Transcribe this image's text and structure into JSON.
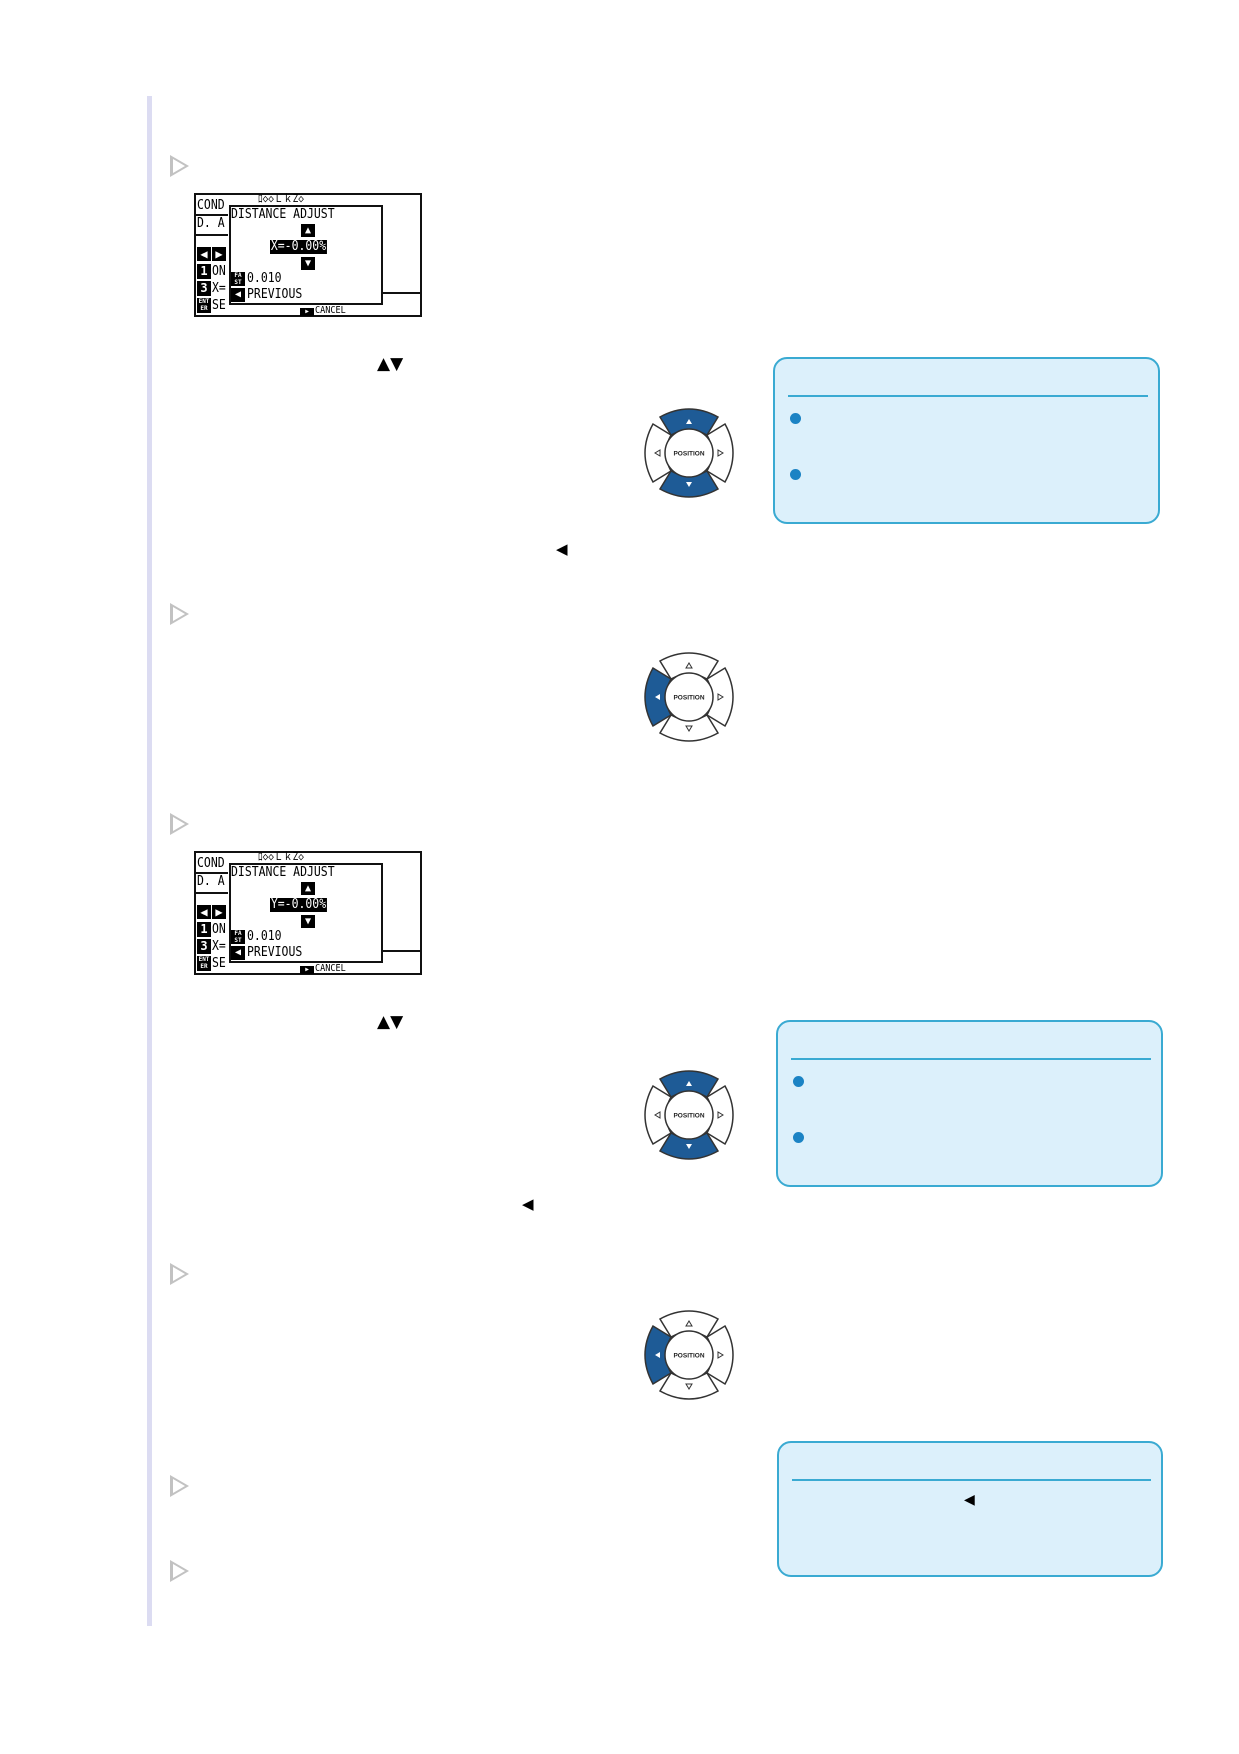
{
  "lcd_screens": [
    {
      "tab_glyphs": "ﾛ◇◇ＬｋZ◇",
      "left_label_top": "COND",
      "left_label_2": "D. A",
      "row_on": "ON",
      "row_x": "X=",
      "row_se": "SE",
      "key_1": "1",
      "key_3": "3",
      "key_enter": "ENT ER",
      "bottom_cancel": "CANCEL",
      "dialog_title": "DISTANCE ADJUST",
      "value": "X=-0.00%",
      "fast_label": "FA ST",
      "step_value": "0.010",
      "previous_label": "PREVIOUS"
    },
    {
      "tab_glyphs": "ﾛ◇◇ＬｋZ◇",
      "left_label_top": "COND",
      "left_label_2": "D. A",
      "row_on": "ON",
      "row_x": "X=",
      "row_se": "SE",
      "key_1": "1",
      "key_3": "3",
      "key_enter": "ENT ER",
      "bottom_cancel": "CANCEL",
      "dialog_title": "DISTANCE ADJUST",
      "value": "Y=-0.00%",
      "fast_label": "FA ST",
      "step_value": "0.010",
      "previous_label": "PREVIOUS"
    }
  ],
  "inline_keys": {
    "up_down": "▲▼",
    "left": "◀"
  },
  "position_pad": {
    "label": "POSITION",
    "active_color": "#1e5b96",
    "idle_color": "#ffffff"
  },
  "colors": {
    "note_fill": "#dcf0fb",
    "note_border": "#3aaad2",
    "bullet": "#1b83c4",
    "step_marker": "#c2c2c2",
    "margin_rule": "#dcdcf2"
  },
  "note_boxes": [
    {
      "inline_key": ""
    },
    {
      "inline_key": ""
    },
    {
      "inline_key": "◀"
    }
  ]
}
